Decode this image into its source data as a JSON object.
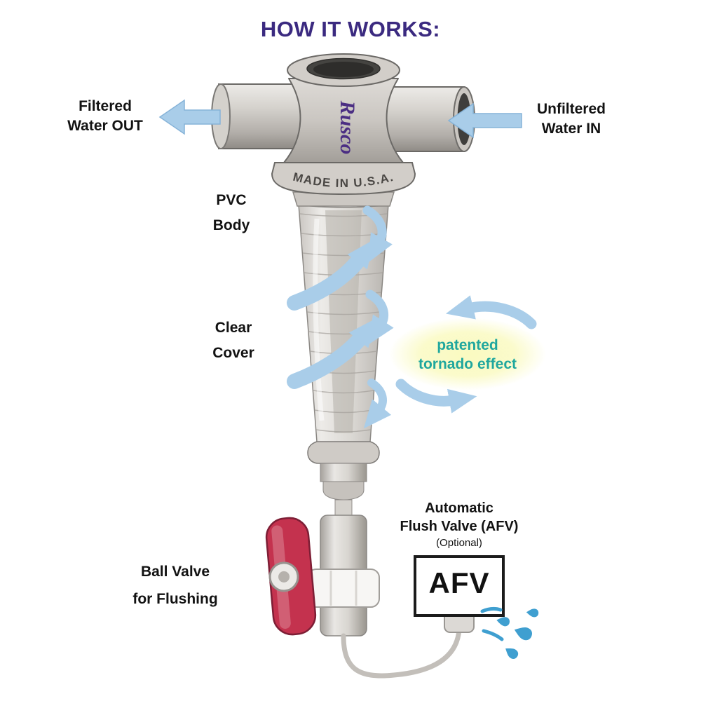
{
  "title": "HOW IT WORKS:",
  "labels": {
    "filtered_out": {
      "line1": "Filtered",
      "line2": "Water OUT"
    },
    "unfiltered_in": {
      "line1": "Unfiltered",
      "line2": "Water IN"
    },
    "pvc_body": {
      "line1": "PVC",
      "line2": "Body"
    },
    "clear_cover": {
      "line1": "Clear",
      "line2": "Cover"
    },
    "tornado": {
      "line1": "patented",
      "line2": "tornado effect"
    },
    "afv": {
      "line1": "Automatic",
      "line2": "Flush Valve (AFV)",
      "line3": "(Optional)"
    },
    "ball_valve": {
      "line1": "Ball Valve",
      "line2": "for Flushing"
    }
  },
  "art": {
    "made_in_usa": "MADE IN U.S.A.",
    "logo": "Rusco",
    "afv_box": "AFV"
  },
  "colors": {
    "title_purple": "#3b2a80",
    "arrow_blue": "#a9cde9",
    "tornado_teal": "#1fa79e",
    "handle_red": "#c4324e",
    "droplet_blue": "#3f9fd0"
  }
}
